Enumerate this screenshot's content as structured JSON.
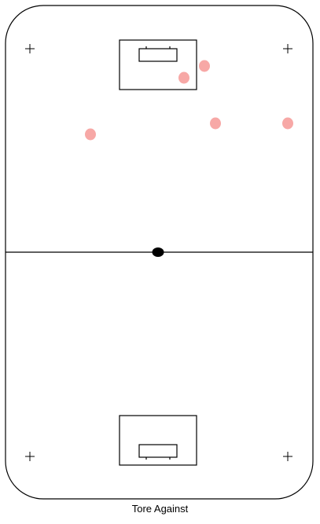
{
  "caption": "Tore Against",
  "colors": {
    "line": "#000000",
    "marker": "#f7a8a6",
    "puck": "#000000",
    "background": "#ffffff"
  },
  "icons": {
    "corner_marks": "plus-icon",
    "puck": "puck-icon"
  },
  "events": [
    {
      "id": "event-1"
    },
    {
      "id": "event-2"
    },
    {
      "id": "event-3"
    },
    {
      "id": "event-4"
    },
    {
      "id": "event-5"
    }
  ]
}
